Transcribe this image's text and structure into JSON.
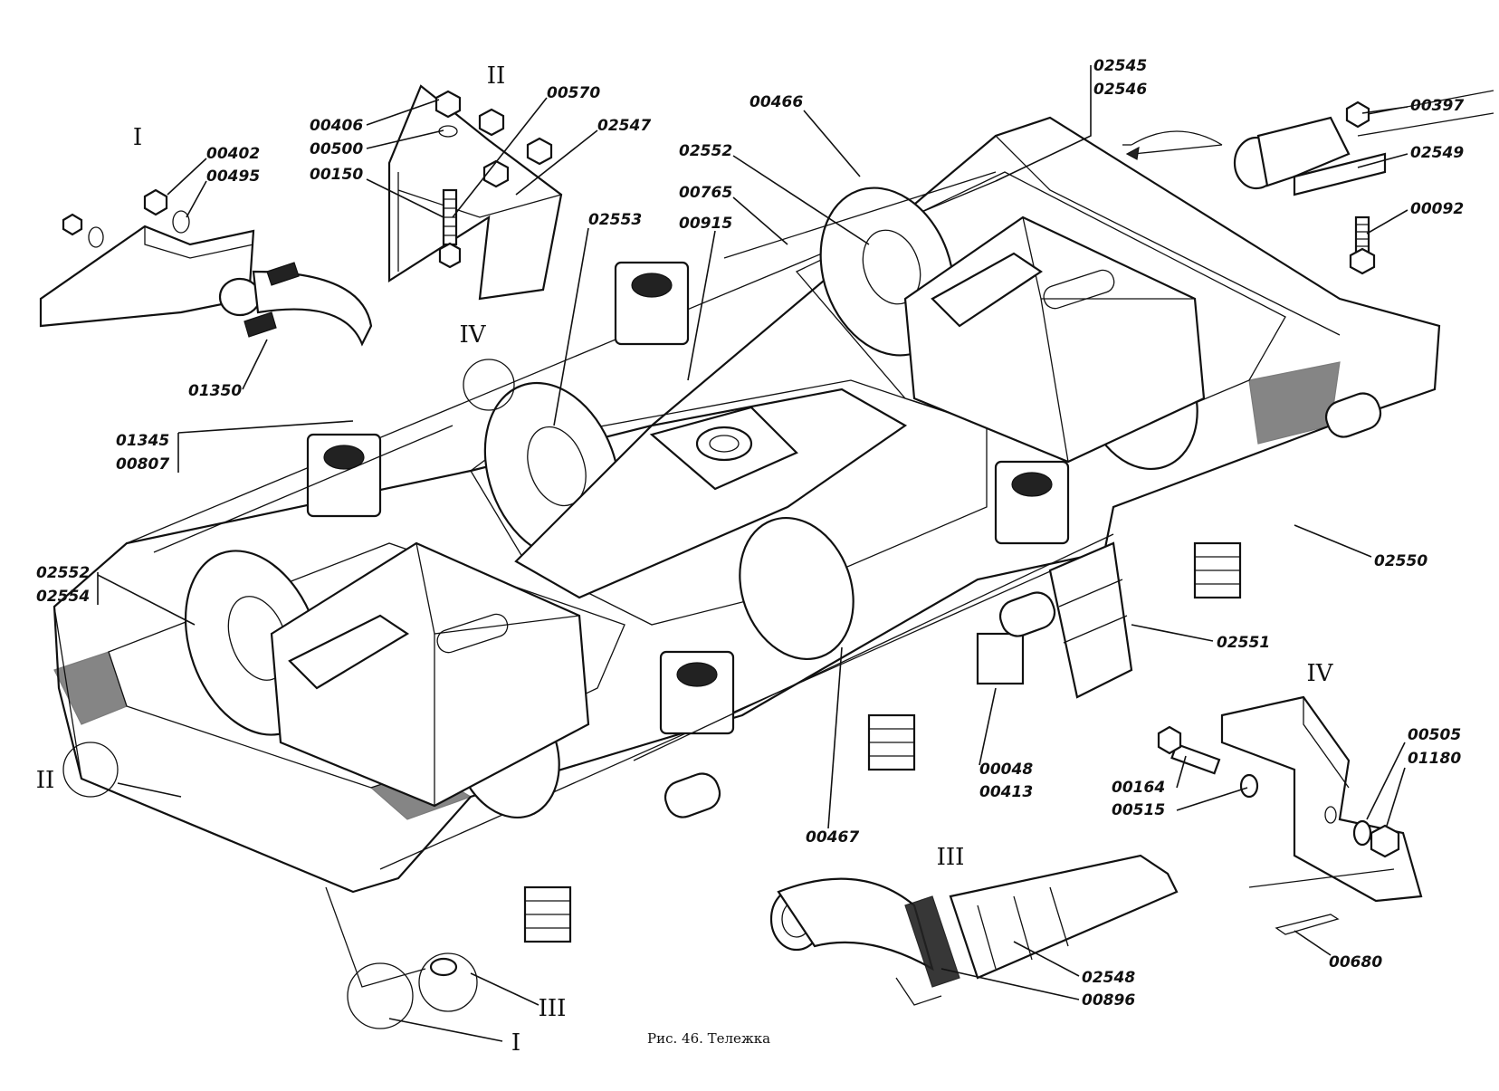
{
  "caption": "Рис. 46. Тележка",
  "views": {
    "v1_top": "I",
    "v2_top": "II",
    "v3_bottom": "III",
    "v4_right": "IV",
    "v4_left": "IV",
    "v2_left": "II",
    "v3_lead": "III",
    "v1_lead": "I"
  },
  "labels": {
    "l00402": "00402",
    "l00495": "00495",
    "l01350": "01350",
    "l00406": "00406",
    "l00500": "00500",
    "l00150": "00150",
    "l00570": "00570",
    "l02547": "02547",
    "l02553": "02553",
    "l00915": "00915",
    "l00765": "00765",
    "l02552a": "02552",
    "l00466": "00466",
    "l02545": "02545",
    "l02546": "02546",
    "l00397": "00397",
    "l02549": "02549",
    "l00092": "00092",
    "l01345": "01345",
    "l00807": "00807",
    "l02552b": "02552",
    "l02554": "02554",
    "l02550": "02550",
    "l02551": "02551",
    "l00048": "00048",
    "l00413": "00413",
    "l00467": "00467",
    "l00164": "00164",
    "l00515": "00515",
    "l00505": "00505",
    "l01180": "01180",
    "l00680": "00680",
    "l02548": "02548",
    "l00896": "00896"
  }
}
